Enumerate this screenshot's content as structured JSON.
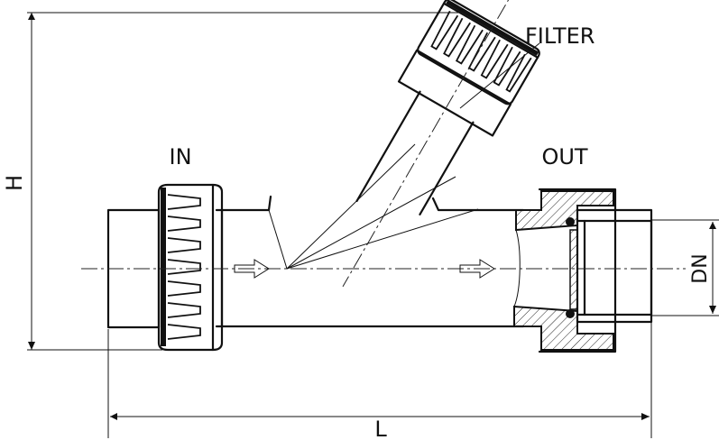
{
  "labels": {
    "filter": "FILTER",
    "in": "IN",
    "out": "OUT",
    "h": "H",
    "dn": "DN",
    "l": "L"
  },
  "colors": {
    "line": "#111111",
    "background": "#ffffff",
    "hatch": "#222222"
  }
}
